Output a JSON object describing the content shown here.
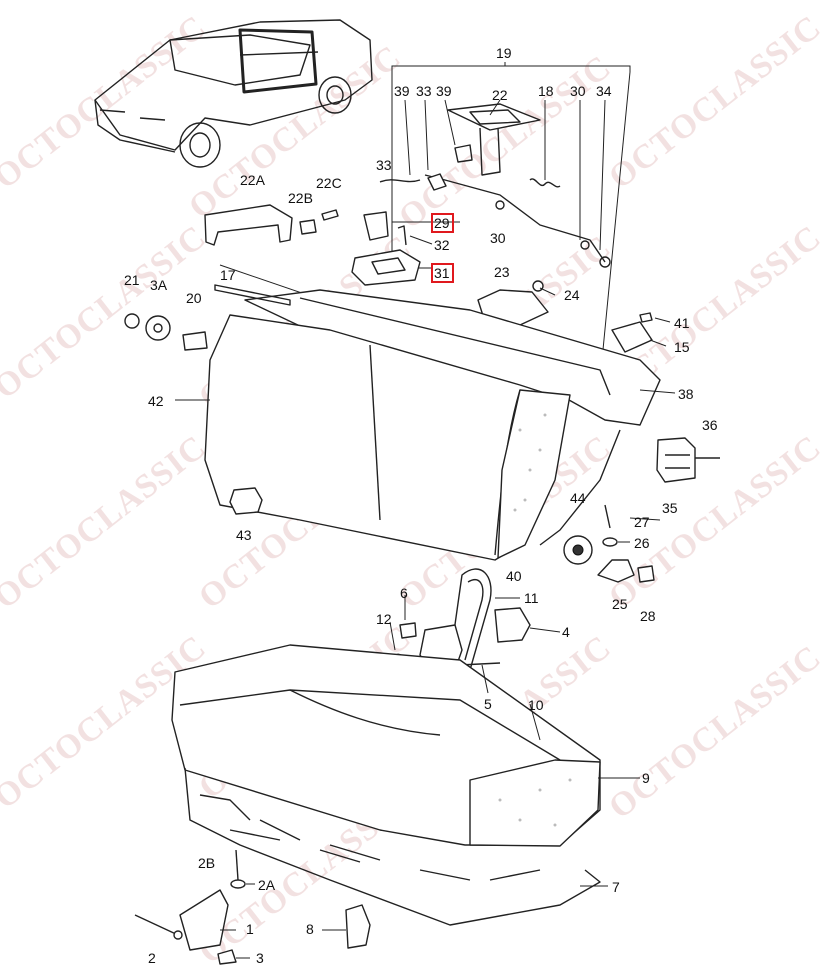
{
  "diagram": {
    "watermark": "OCTOCLASSIC",
    "highlight_color": "#e0191e",
    "highlighted_callouts": [
      "29",
      "31"
    ],
    "callouts": {
      "c19": "19",
      "c39a": "39",
      "c33a": "33",
      "c39b": "39",
      "c22": "22",
      "c18": "18",
      "c30a": "30",
      "c34": "34",
      "c33b": "33",
      "c30b": "30",
      "c22A": "22A",
      "c22B": "22B",
      "c22C": "22C",
      "c29": "29",
      "c32": "32",
      "c31": "31",
      "c23": "23",
      "c24": "24",
      "c21": "21",
      "c3A": "3A",
      "c20": "20",
      "c17": "17",
      "c41": "41",
      "c15": "15",
      "c38": "38",
      "c42": "42",
      "c36": "36",
      "c35": "35",
      "c44": "44",
      "c27": "27",
      "c26": "26",
      "c25": "25",
      "c28": "28",
      "c43": "43",
      "c40": "40",
      "c6": "6",
      "c11": "11",
      "c12": "12",
      "c4": "4",
      "c5": "5",
      "c10": "10",
      "c9": "9",
      "c7": "7",
      "c2B": "2B",
      "c2A": "2A",
      "c1": "1",
      "c8": "8",
      "c2": "2",
      "c3": "3"
    }
  }
}
